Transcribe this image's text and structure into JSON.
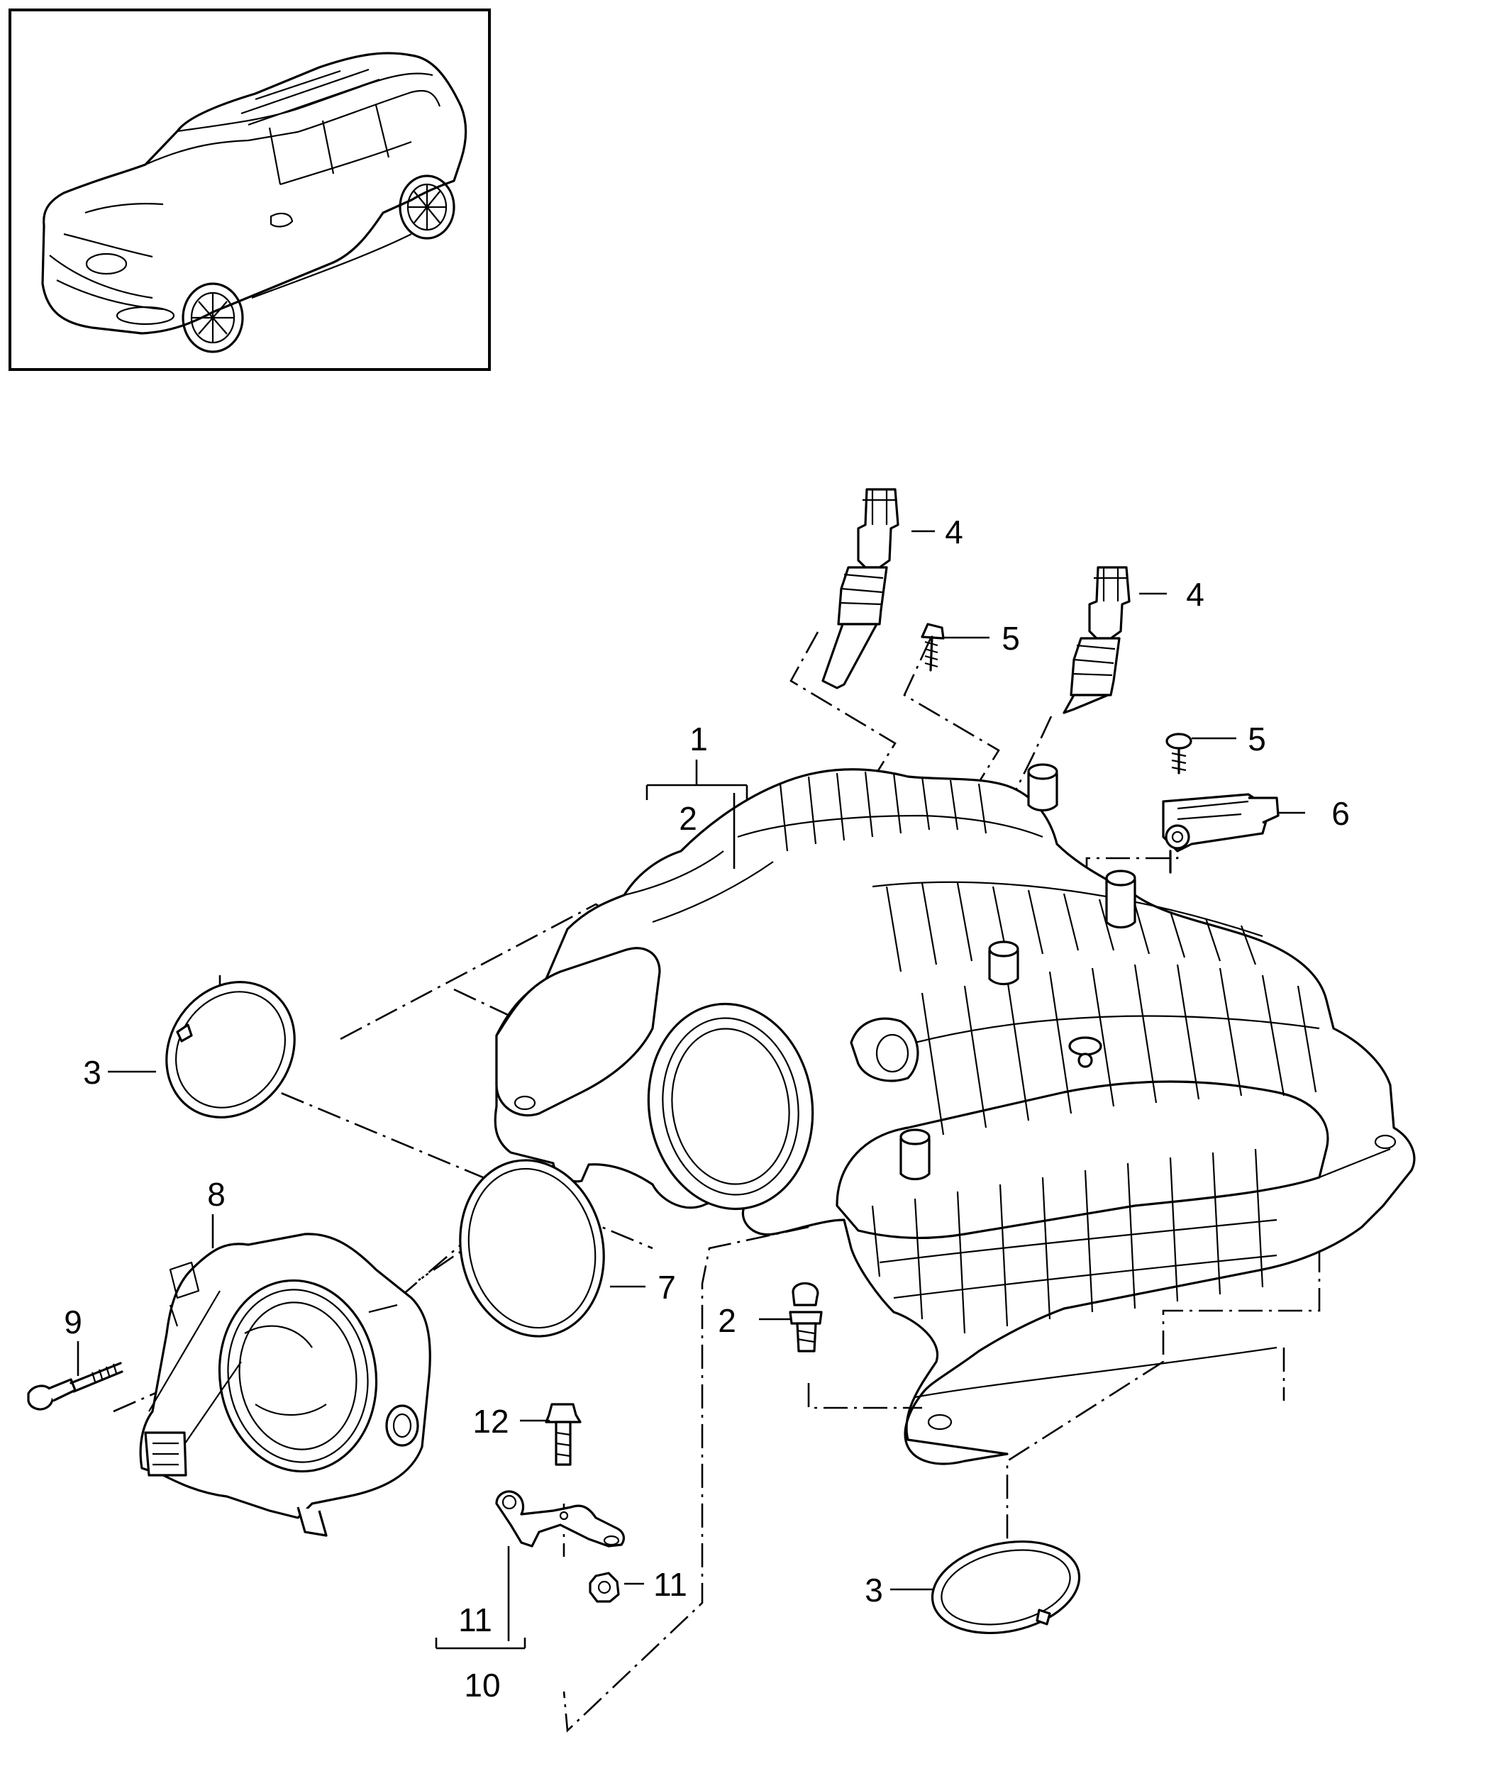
{
  "thumbnail": {
    "icon": "vehicle-suv-outline-icon"
  },
  "callouts": [
    {
      "id": "c1",
      "text": "1"
    },
    {
      "id": "c2a",
      "text": "2"
    },
    {
      "id": "c2b",
      "text": "2"
    },
    {
      "id": "c3a",
      "text": "3"
    },
    {
      "id": "c3b",
      "text": "3"
    },
    {
      "id": "c4a",
      "text": "4"
    },
    {
      "id": "c4b",
      "text": "4"
    },
    {
      "id": "c5a",
      "text": "5"
    },
    {
      "id": "c5b",
      "text": "5"
    },
    {
      "id": "c6",
      "text": "6"
    },
    {
      "id": "c7",
      "text": "7"
    },
    {
      "id": "c8",
      "text": "8"
    },
    {
      "id": "c9",
      "text": "9"
    },
    {
      "id": "c10",
      "text": "10"
    },
    {
      "id": "c11a",
      "text": "11"
    },
    {
      "id": "c11b",
      "text": "11"
    },
    {
      "id": "c12",
      "text": "12"
    }
  ]
}
